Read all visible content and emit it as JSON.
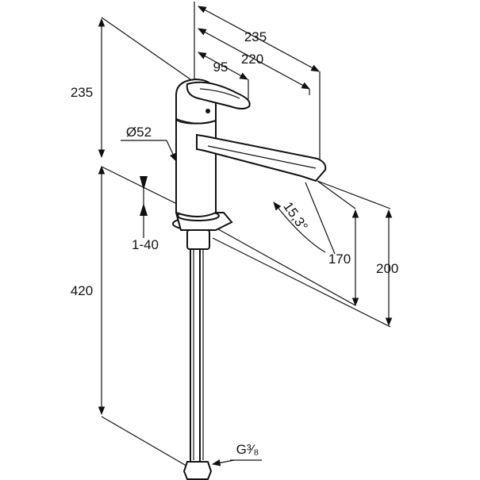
{
  "drawing": {
    "dimensions": {
      "top_height": "235",
      "spout_reach": "235",
      "spout_reach_inner": "220",
      "lever_offset": "95",
      "body_diameter": "Ø52",
      "deck_thickness": "1-40",
      "below_deck_length": "420",
      "spout_angle": "15,3°",
      "outlet_height": "170",
      "outlet_height_total": "200",
      "connection_thread": "G³⁄₈"
    }
  }
}
